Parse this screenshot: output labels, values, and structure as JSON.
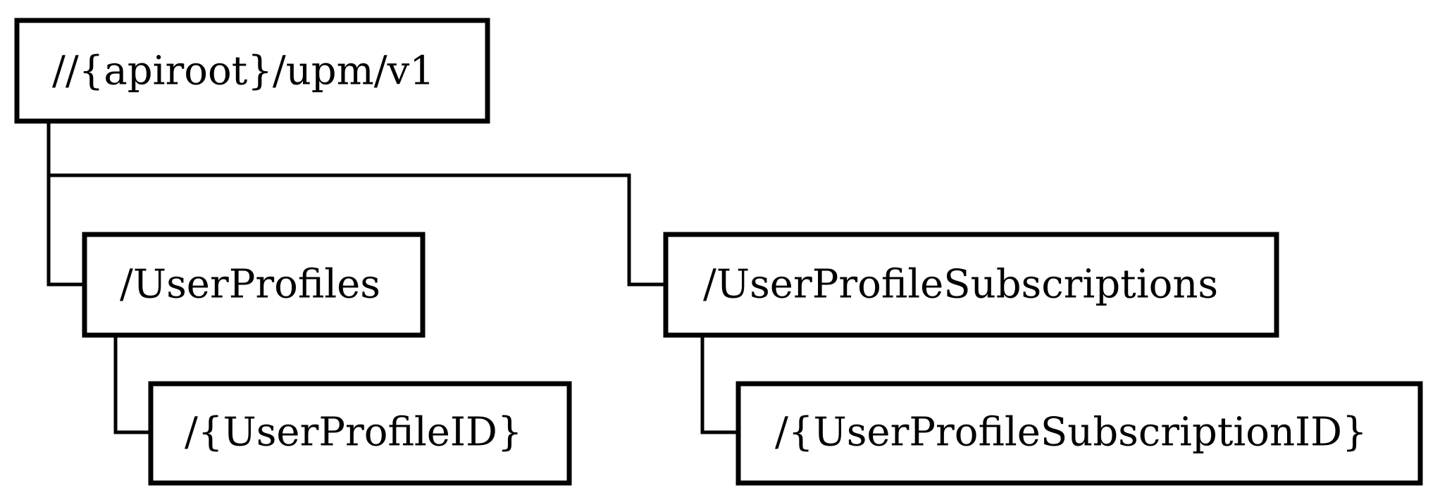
{
  "diagram": {
    "type": "resource-tree",
    "nodes": {
      "root": {
        "label": "//{apiroot}/upm/v1"
      },
      "user_profiles": {
        "label": "/UserProfiles"
      },
      "user_profile_id": {
        "label": "/{UserProfileID}"
      },
      "user_profile_subscriptions": {
        "label": "/UserProfileSubscriptions"
      },
      "user_profile_subscription_id": {
        "label": "/{UserProfileSubscriptionID}"
      }
    },
    "edges": [
      {
        "from": "root",
        "to": "user_profiles"
      },
      {
        "from": "root",
        "to": "user_profile_subscriptions"
      },
      {
        "from": "user_profiles",
        "to": "user_profile_id"
      },
      {
        "from": "user_profile_subscriptions",
        "to": "user_profile_subscription_id"
      }
    ],
    "colors": {
      "stroke": "#000000",
      "background": "#ffffff",
      "text": "#000000"
    }
  }
}
